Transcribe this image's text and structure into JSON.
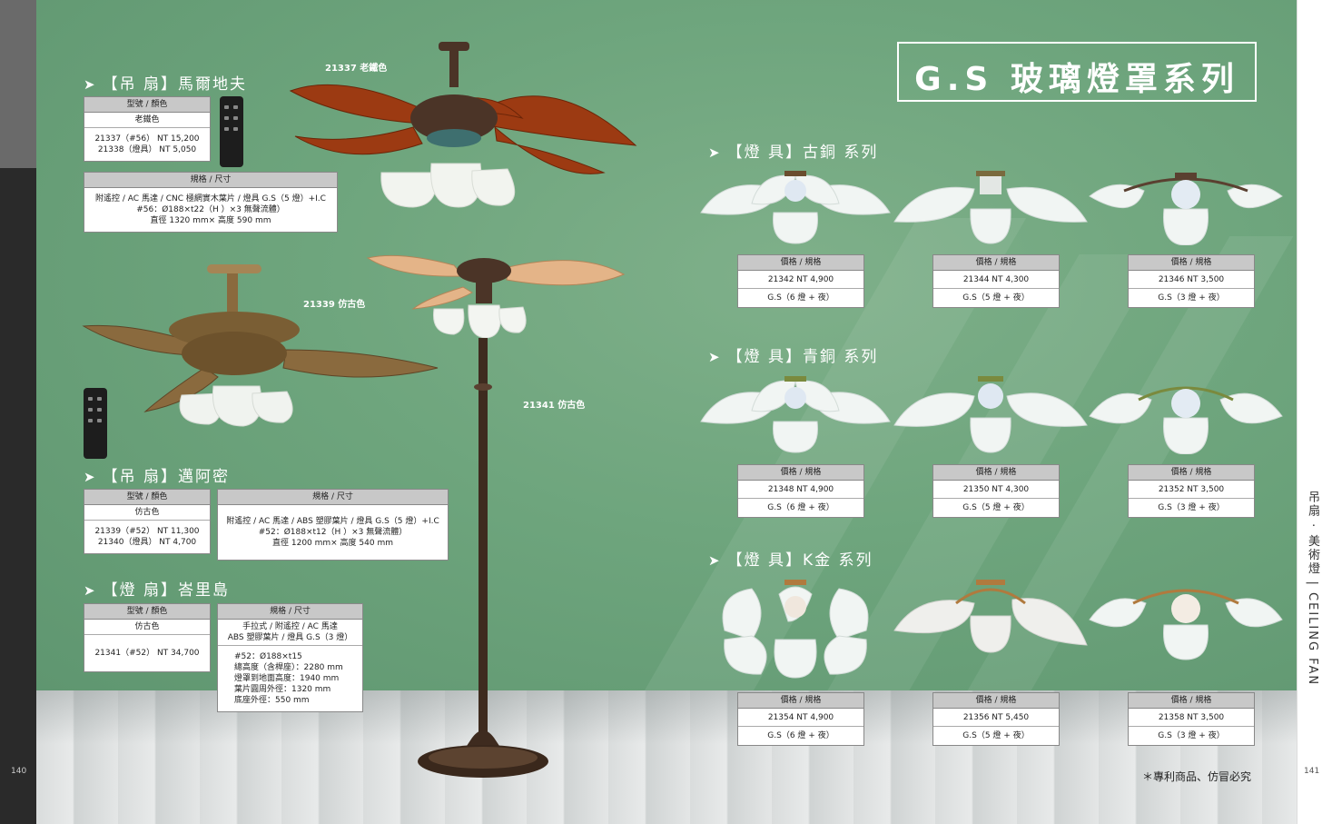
{
  "page_left_number": "140",
  "page_right_number": "141",
  "series_title": "G.S 玻璃燈罩系列",
  "side_text": "吊扇 · 美術燈 | CEILING FAN",
  "footnote": "＊專利商品、仿冒必究",
  "colors": {
    "wall": "#6ea57d",
    "table_header": "#c8c8c8"
  },
  "arrow_icon": "➤",
  "maldives": {
    "heading": "【吊 扇】馬爾地夫",
    "model_label": "21337 老鐵色",
    "model_header": "型號 / 顏色",
    "color": "老鐵色",
    "prices": "21337（#56） NT 15,200\n21338（燈具） NT 5,050",
    "spec_header": "規格 / 尺寸",
    "spec": "附遙控 / AC 馬達 / CNC 極網實木葉片 / 燈具 G.S（5 燈）+I.C\n#56：Ø188×t22（H  ）×3 無聲流體）\n直徑 1320 mm× 高度 590 mm"
  },
  "miami": {
    "heading": "【吊 扇】邁阿密",
    "model_label": "21339 仿古色",
    "model_header": "型號 / 顏色",
    "color": "仿古色",
    "prices": "21339（#52） NT 11,300\n21340（燈具） NT 4,700",
    "spec_header": "規格 / 尺寸",
    "spec": "附遙控 / AC 馬達 / ABS 塑膠葉片 / 燈具 G.S（5 燈）+I.C\n#52：Ø188×t12（H  ）×3 無聲流體）\n直徑 1200 mm× 高度 540 mm"
  },
  "bali": {
    "heading": "【燈 扇】峇里島",
    "model_label": "21341 仿古色",
    "model_header": "型號 / 顏色",
    "color": "仿古色",
    "prices": "21341（#52） NT 34,700",
    "spec_header": "規格 / 尺寸",
    "spec_top": "手拉式 / 附遙控 / AC 馬達\nABS 塑膠葉片 / 燈具 G.S（3 燈）",
    "spec_bottom": "#52：Ø188×t15\n總高度（含桿座）：2280 mm\n燈罩到地面高度：1940 mm\n葉片圓周外徑：1320 mm\n底座外徑：550 mm"
  },
  "lamp_sections": [
    {
      "heading": "【燈 具】古銅 系列",
      "items": [
        {
          "header": "價格 / 規格",
          "price": "21342  NT 4,900",
          "spec": "G.S（6 燈 + 夜）"
        },
        {
          "header": "價格 / 規格",
          "price": "21344  NT 4,300",
          "spec": "G.S（5 燈 + 夜）"
        },
        {
          "header": "價格 / 規格",
          "price": "21346  NT 3,500",
          "spec": "G.S（3 燈 + 夜）"
        }
      ]
    },
    {
      "heading": "【燈 具】青銅 系列",
      "items": [
        {
          "header": "價格 / 規格",
          "price": "21348  NT 4,900",
          "spec": "G.S（6 燈 + 夜）"
        },
        {
          "header": "價格 / 規格",
          "price": "21350  NT 4,300",
          "spec": "G.S（5 燈 + 夜）"
        },
        {
          "header": "價格 / 規格",
          "price": "21352  NT 3,500",
          "spec": "G.S（3 燈 + 夜）"
        }
      ]
    },
    {
      "heading": "【燈 具】K金 系列",
      "items": [
        {
          "header": "價格 / 規格",
          "price": "21354  NT 4,900",
          "spec": "G.S（6 燈 + 夜）"
        },
        {
          "header": "價格 / 規格",
          "price": "21356  NT 5,450",
          "spec": "G.S（5 燈 + 夜）"
        },
        {
          "header": "價格 / 規格",
          "price": "21358  NT 3,500",
          "spec": "G.S（3 燈 + 夜）"
        }
      ]
    }
  ]
}
